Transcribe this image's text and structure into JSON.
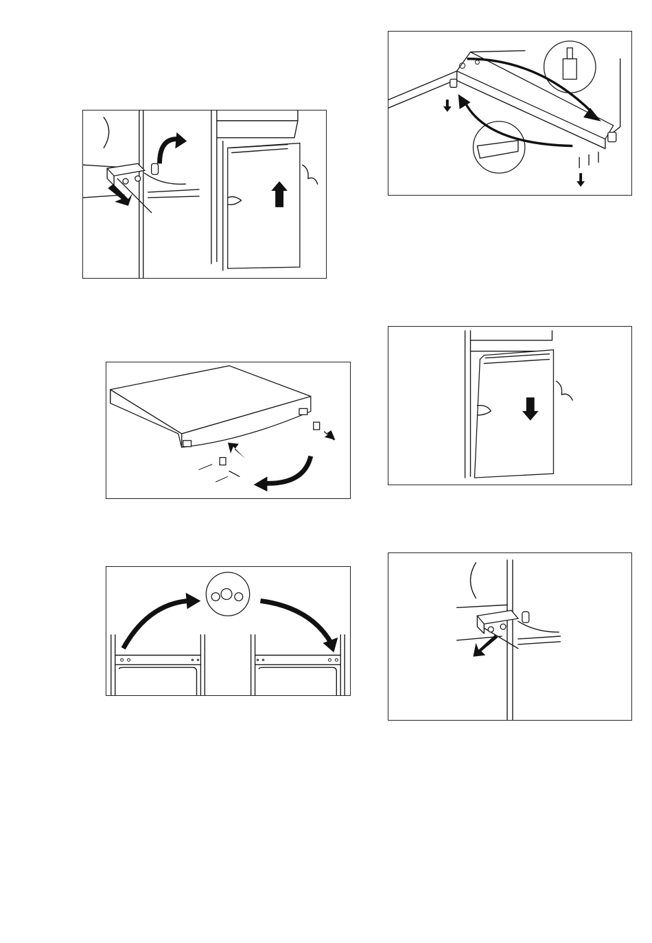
{
  "figures": [
    {
      "id": "step-remove-top-hinge"
    },
    {
      "id": "step-move-door-stops"
    },
    {
      "id": "step-move-hole-covers"
    },
    {
      "id": "step-move-bottom-hinge"
    },
    {
      "id": "step-refit-door"
    },
    {
      "id": "step-refit-top-hinge"
    }
  ],
  "colors": {
    "line": "#1a1a1a",
    "background": "#ffffff",
    "frame": "#222222"
  }
}
